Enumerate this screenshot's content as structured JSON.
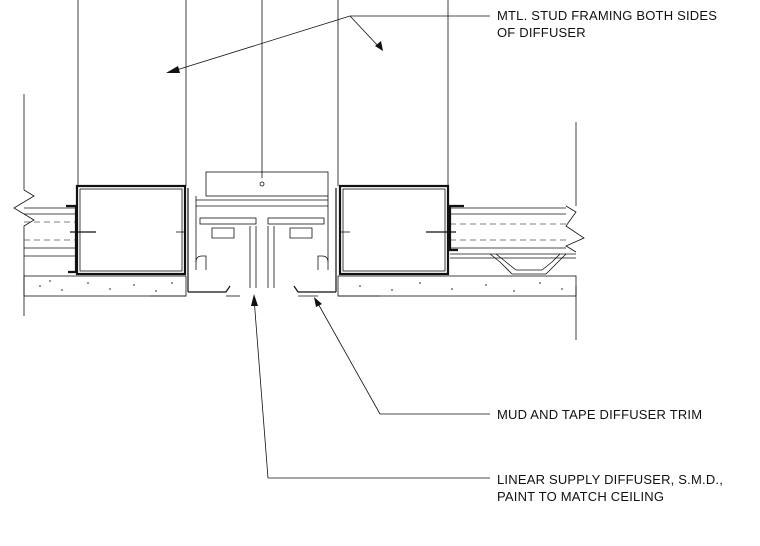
{
  "notes": {
    "stud_framing": {
      "line1": "MTL. STUD FRAMING BOTH SIDES",
      "line2": "OF DIFFUSER"
    },
    "diffuser_trim": {
      "line1": "MUD AND TAPE DIFFUSER TRIM"
    },
    "linear_diffuser": {
      "line1": "LINEAR SUPPLY DIFFUSER, S.M.D.,",
      "line2": "PAINT TO MATCH CEILING"
    }
  }
}
